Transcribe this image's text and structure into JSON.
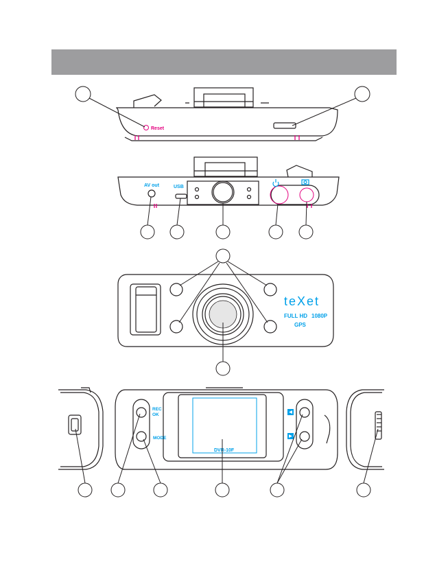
{
  "labels": {
    "reset": "Reset",
    "av_out": "AV out",
    "usb": "USB",
    "brand": "teXet",
    "full_hd": "FULL HD",
    "resolution": "1080P",
    "gps": "GPS",
    "rec": "REC",
    "ok": "OK",
    "mode": "MODE",
    "model": "DVR-10F"
  },
  "colors": {
    "header": "#9d9d9f",
    "line": "#231f20",
    "accent_red": "#e4007f",
    "accent_blue": "#00a0e9"
  },
  "icons": {
    "power": "power-icon",
    "camera": "camera-icon",
    "left": "left-arrow-icon",
    "right": "right-arrow-icon"
  }
}
